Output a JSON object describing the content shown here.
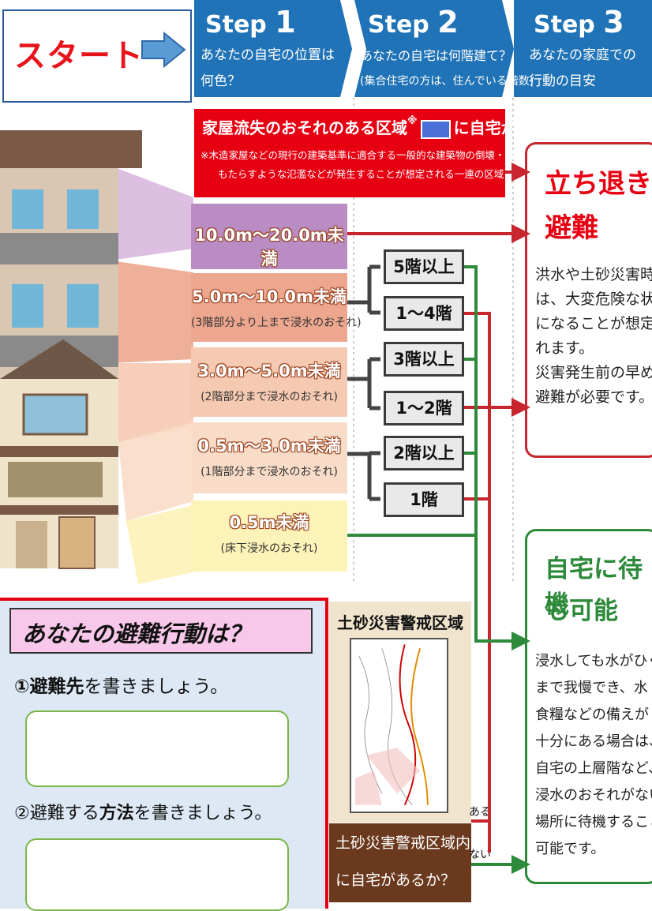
{
  "start": {
    "label": "スタート"
  },
  "steps": [
    {
      "step_word": "Step",
      "num": "1",
      "line1": "あなたの自宅の位置は",
      "line2": "何色？",
      "color": "#1f73b6"
    },
    {
      "step_word": "Step",
      "num": "2",
      "line1": "あなたの自宅は何階建て？",
      "line2": "(集合住宅の方は、住んでいる階数)",
      "color": "#1f73b6"
    },
    {
      "step_word": "Step",
      "num": "3",
      "line1": "あなたの家庭での",
      "line2": "行動の目安",
      "color": "#1f73b6"
    }
  ],
  "red_zone": {
    "title_pre": "家屋流失のおそれのある区域",
    "title_mark": "※",
    "title_post": "に自宅がある",
    "note1": "※木造家屋などの現行の建築基準に適合する一般的な建築物の倒壊・流失を",
    "note2": "もたらすような氾濫などが発生することが想定される一連の区域",
    "color": "#e60012"
  },
  "bands": [
    {
      "label": "10.0m～20.0m未満",
      "sub": "",
      "color": "#b98cc4"
    },
    {
      "label": "5.0m～10.0m未満",
      "sub": "(3階部分より上まで浸水のおそれ)",
      "color": "#eda78f"
    },
    {
      "label": "3.0m～5.0m未満",
      "sub": "(2階部分まで浸水のおそれ)",
      "color": "#f6c9b2"
    },
    {
      "label": "0.5m～3.0m未満",
      "sub": "(1階部分まで浸水のおそれ)",
      "color": "#f8dcc7"
    },
    {
      "label": "0.5m未満",
      "sub": "(床下浸水のおそれ)",
      "color": "#fdf2b8"
    }
  ],
  "floors": [
    "5階以上",
    "1～4階",
    "3階以上",
    "1～2階",
    "2階以上",
    "1階"
  ],
  "result_evacuate": {
    "title1": "立ち退き",
    "title2": "避難",
    "body": [
      "洪水や土砂災害時に",
      "は、大変危険な状況",
      "になることが想定さ",
      "れます。",
      "災害発生前の早めの",
      "避難が必要です。"
    ],
    "color": "#e60012"
  },
  "result_stay": {
    "title1": "自宅に待機",
    "title2": "も可能",
    "body": [
      "浸水しても水がひく",
      "まで我慢でき、水・",
      "食糧などの備えが",
      "十分にある場合は、",
      "自宅の上層階など、",
      "浸水のおそれがない",
      "場所に待機することも",
      "可能です。"
    ],
    "color": "#2d8a3a"
  },
  "hazard": {
    "title": "土砂災害警戒区域",
    "question1": "土砂災害警戒区域内",
    "question2": "に自宅があるか？",
    "yes": "ある",
    "no": "ない"
  },
  "worksheet": {
    "title": "あなたの避難行動は？",
    "q1_prefix": "①",
    "q1_em": "避難先",
    "q1_rest": "を書きましょう。",
    "q2_prefix": "②避難する",
    "q2_em": "方法",
    "q2_rest": "を書きましょう。"
  }
}
